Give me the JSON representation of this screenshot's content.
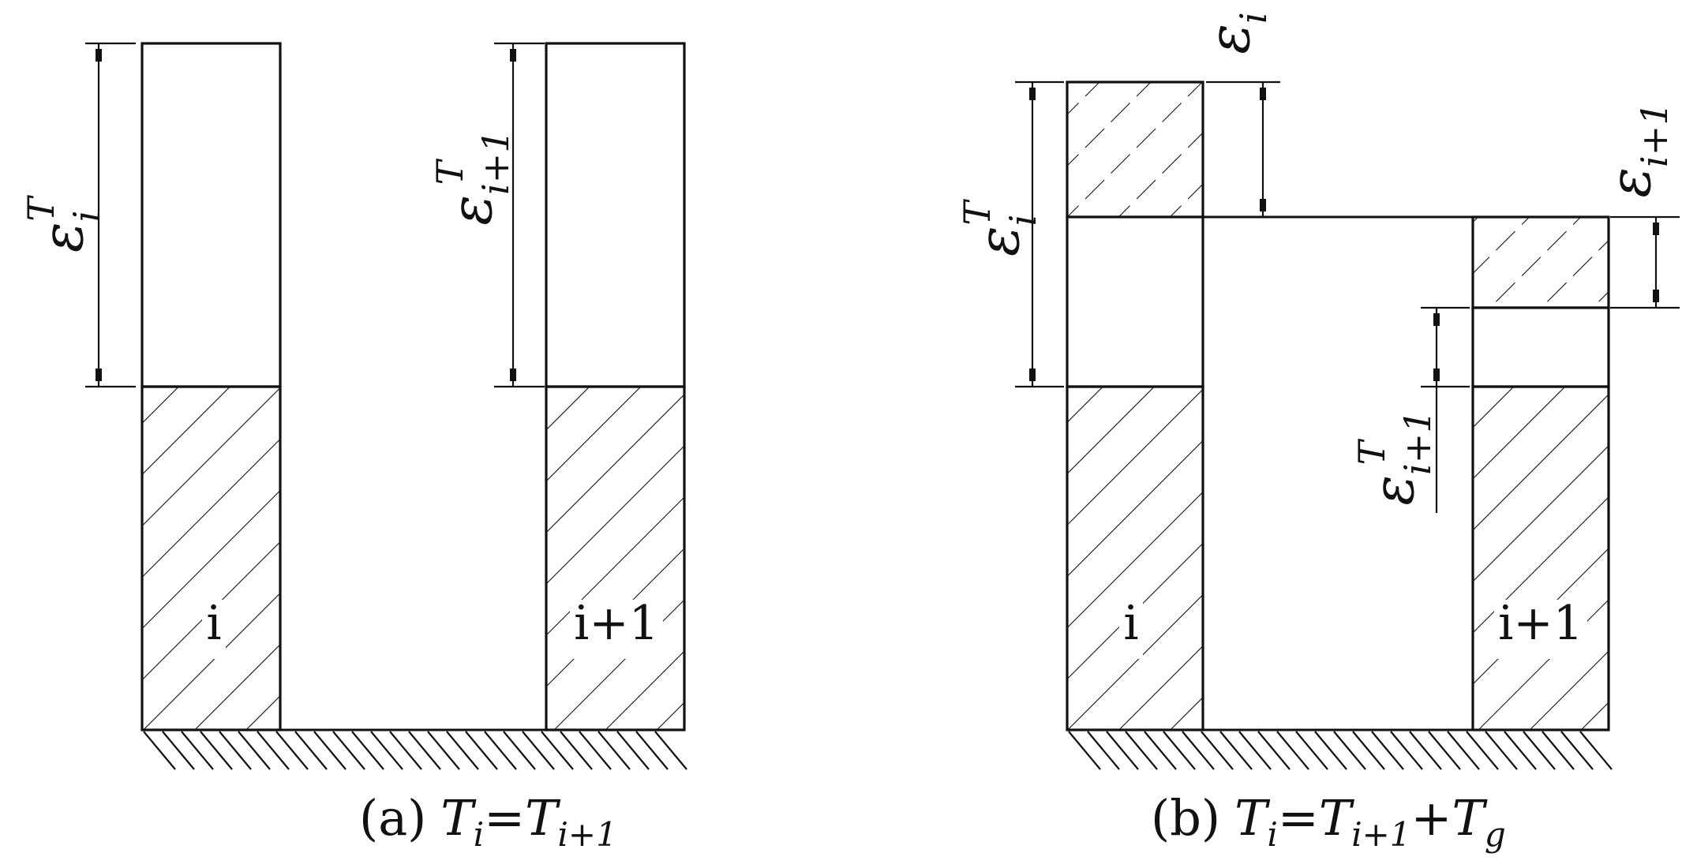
{
  "panel_a": {
    "caption_prefix": "(a)",
    "caption_lhs": "T",
    "caption_lhs_sub": "i",
    "caption_eq": "=",
    "caption_rhs": "T",
    "caption_rhs_sub": "i+1",
    "label_left": "i",
    "label_right": "i+1",
    "dim_left": {
      "base": "ε",
      "sub": "i",
      "sup": "T"
    },
    "dim_right": {
      "base": "ε",
      "sub": "i+1",
      "sup": "T"
    }
  },
  "panel_b": {
    "caption_prefix": "(b)",
    "caption_lhs": "T",
    "caption_lhs_sub": "i",
    "caption_eq": "=",
    "caption_rhs": "T",
    "caption_rhs_sub": "i+1",
    "caption_plus": "+",
    "caption_rhs2": "T",
    "caption_rhs2_sub": "g",
    "label_left": "i",
    "label_right": "i+1",
    "dim_left_total": {
      "base": "ε",
      "sub": "i",
      "sup": "T"
    },
    "dim_left_increment": {
      "base": "ε",
      "sub": "i"
    },
    "dim_right_increment": {
      "base": "ε",
      "sub": "i+1"
    },
    "dim_right_total": {
      "base": "ε",
      "sub": "i+1",
      "sup": "T"
    }
  }
}
